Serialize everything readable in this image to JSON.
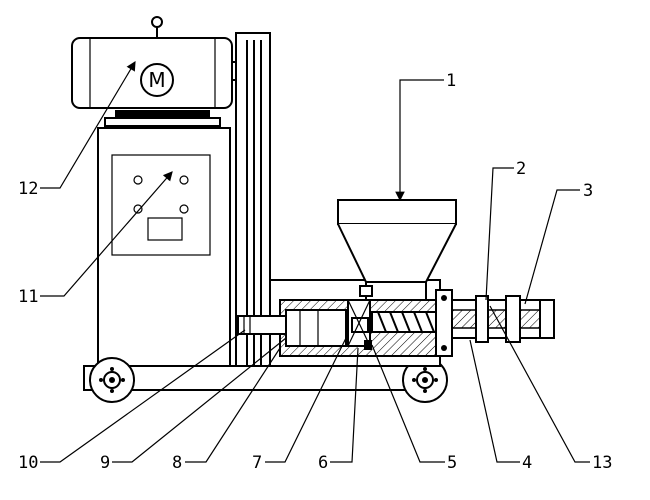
{
  "diagram": {
    "motor_symbol": "M",
    "callouts": [
      {
        "id": "c1",
        "text": "1"
      },
      {
        "id": "c2",
        "text": "2"
      },
      {
        "id": "c3",
        "text": "3"
      },
      {
        "id": "c4",
        "text": "4"
      },
      {
        "id": "c5",
        "text": "5"
      },
      {
        "id": "c6",
        "text": "6"
      },
      {
        "id": "c7",
        "text": "7"
      },
      {
        "id": "c8",
        "text": "8"
      },
      {
        "id": "c9",
        "text": "9"
      },
      {
        "id": "c10",
        "text": "10"
      },
      {
        "id": "c11",
        "text": "11"
      },
      {
        "id": "c12",
        "text": "12"
      },
      {
        "id": "c13",
        "text": "13"
      }
    ]
  }
}
